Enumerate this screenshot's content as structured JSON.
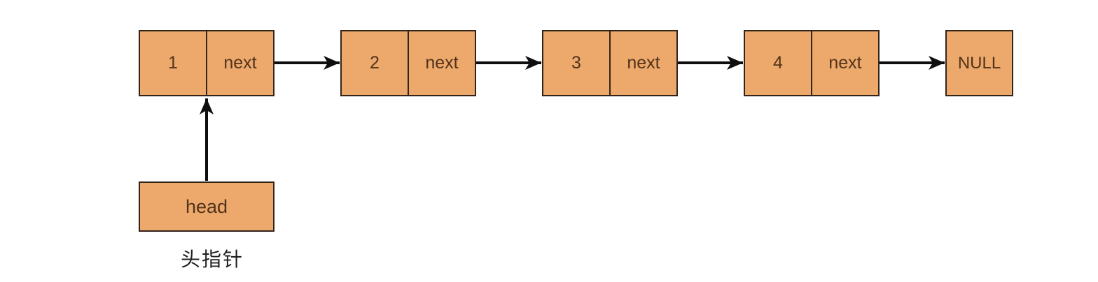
{
  "diagram": {
    "kind": "singly-linked-list",
    "head": {
      "label": "head",
      "caption": "头指针"
    },
    "nodes": [
      {
        "value": "1",
        "pointer": "next"
      },
      {
        "value": "2",
        "pointer": "next"
      },
      {
        "value": "3",
        "pointer": "next"
      },
      {
        "value": "4",
        "pointer": "next"
      }
    ],
    "terminator": "NULL",
    "colors": {
      "node_fill": "#ECA96B",
      "node_border": "#33241A",
      "node_text": "#53321B",
      "arrow": "#0E0E0E",
      "caption_text": "#1F1F1F",
      "background": "#FFFFFF"
    }
  }
}
